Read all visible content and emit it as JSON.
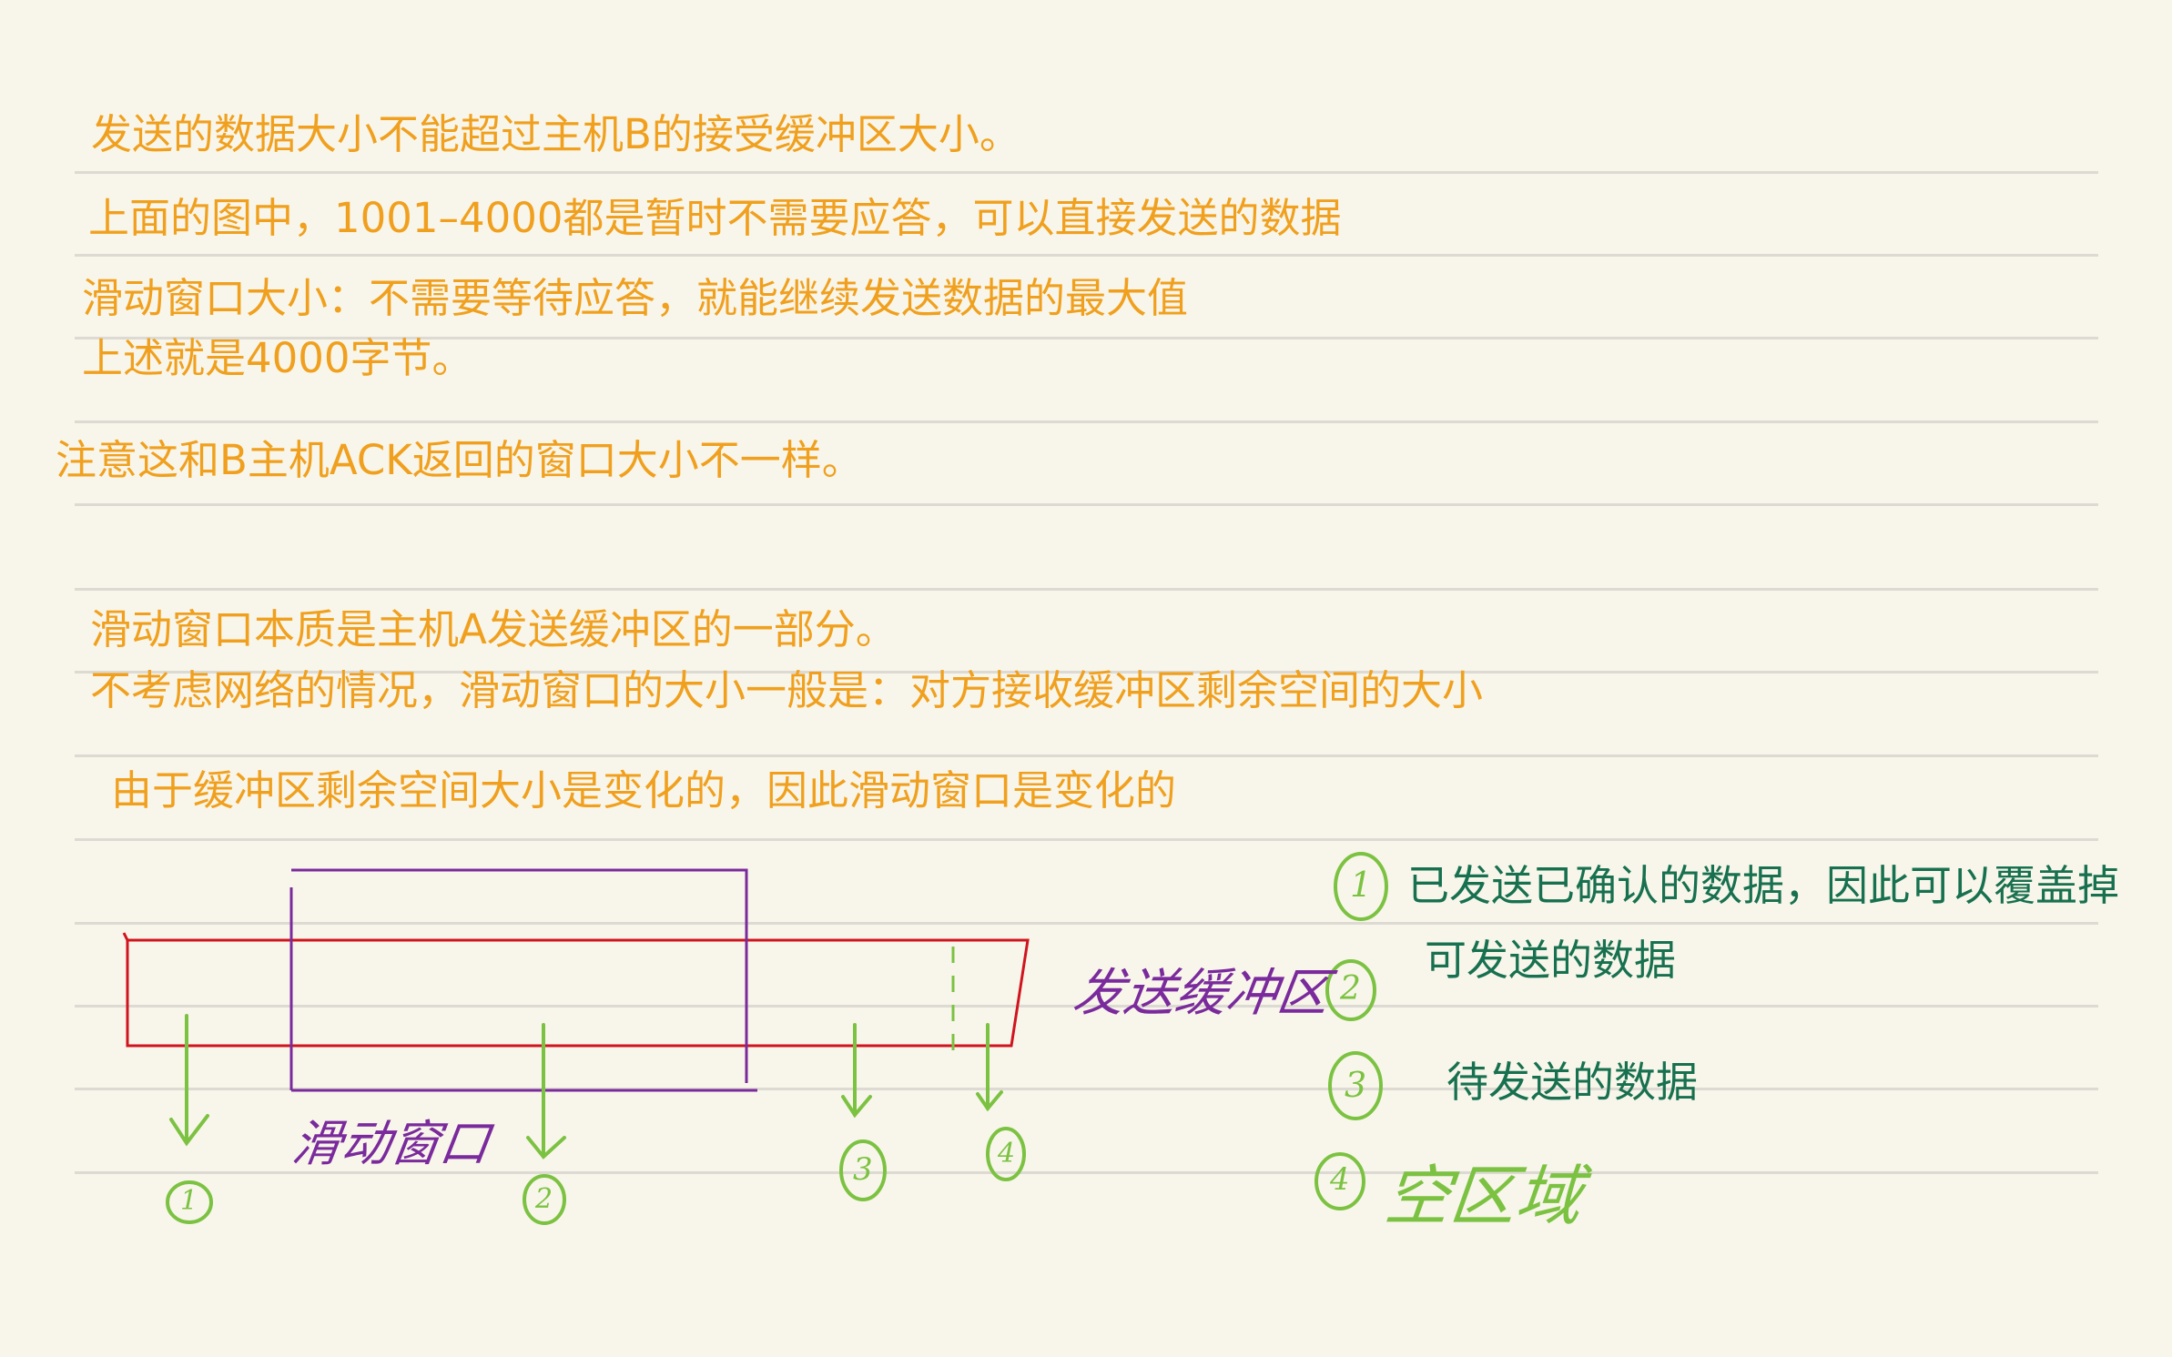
{
  "notes": [
    "发送的数据大小不能超过主机B的接受缓冲区大小。",
    "上面的图中，1001–4000都是暂时不需要应答，可以直接发送的数据",
    "滑动窗口大小：不需要等待应答，就能继续发送数据的最大值",
    "上述就是4000字节。",
    "注意这和B主机ACK返回的窗口大小不一样。",
    "滑动窗口本质是主机A发送缓冲区的一部分。",
    "不考虑网络的情况，滑动窗口的大小一般是：对方接收缓冲区剩余空间的大小",
    "由于缓冲区剩余空间大小是变化的，因此滑动窗口是变化的"
  ],
  "diagram": {
    "send_buffer_label": "发送缓冲区",
    "sliding_window_label": "滑动窗口",
    "markers": [
      "1",
      "2",
      "3",
      "4"
    ]
  },
  "legend": [
    {
      "marker": "1",
      "text": "已发送已确认的数据，因此可以覆盖掉"
    },
    {
      "marker": "2",
      "text": "可发送的数据"
    },
    {
      "marker": "3",
      "text": "待发送的数据"
    },
    {
      "marker": "4",
      "text": "空区域"
    }
  ],
  "colors": {
    "note_text": "#f0a01e",
    "legend_text": "#17704f",
    "handwriting_green": "#7cc242",
    "handwriting_purple": "#7a2a9c",
    "buffer_outline": "#d0141e",
    "window_outline": "#7a2a9c",
    "background": "#f8f6ea"
  }
}
